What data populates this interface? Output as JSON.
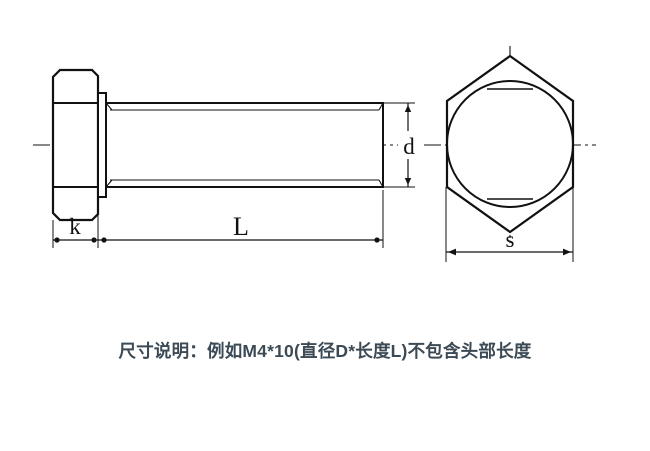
{
  "figure": {
    "type": "engineering-drawing",
    "subject": "hex head bolt",
    "background_color": "#ffffff",
    "line_color": "#111111",
    "views": [
      {
        "name": "side-view",
        "label": "side elevation of hex bolt"
      },
      {
        "name": "end-view",
        "label": "end view of hex head"
      }
    ]
  },
  "dimensions": {
    "k": {
      "label": "k",
      "meaning": "head height",
      "view": "side-view"
    },
    "L": {
      "label": "L",
      "meaning": "shank length",
      "view": "side-view"
    },
    "d": {
      "label": "d",
      "meaning": "thread diameter",
      "view": "side-view"
    },
    "s": {
      "label": "s",
      "meaning": "width across flats",
      "view": "end-view"
    }
  },
  "caption": {
    "text": "尺寸说明：例如M4*10(直径D*长度L)不包含头部长度",
    "color": "#3c4a55"
  }
}
